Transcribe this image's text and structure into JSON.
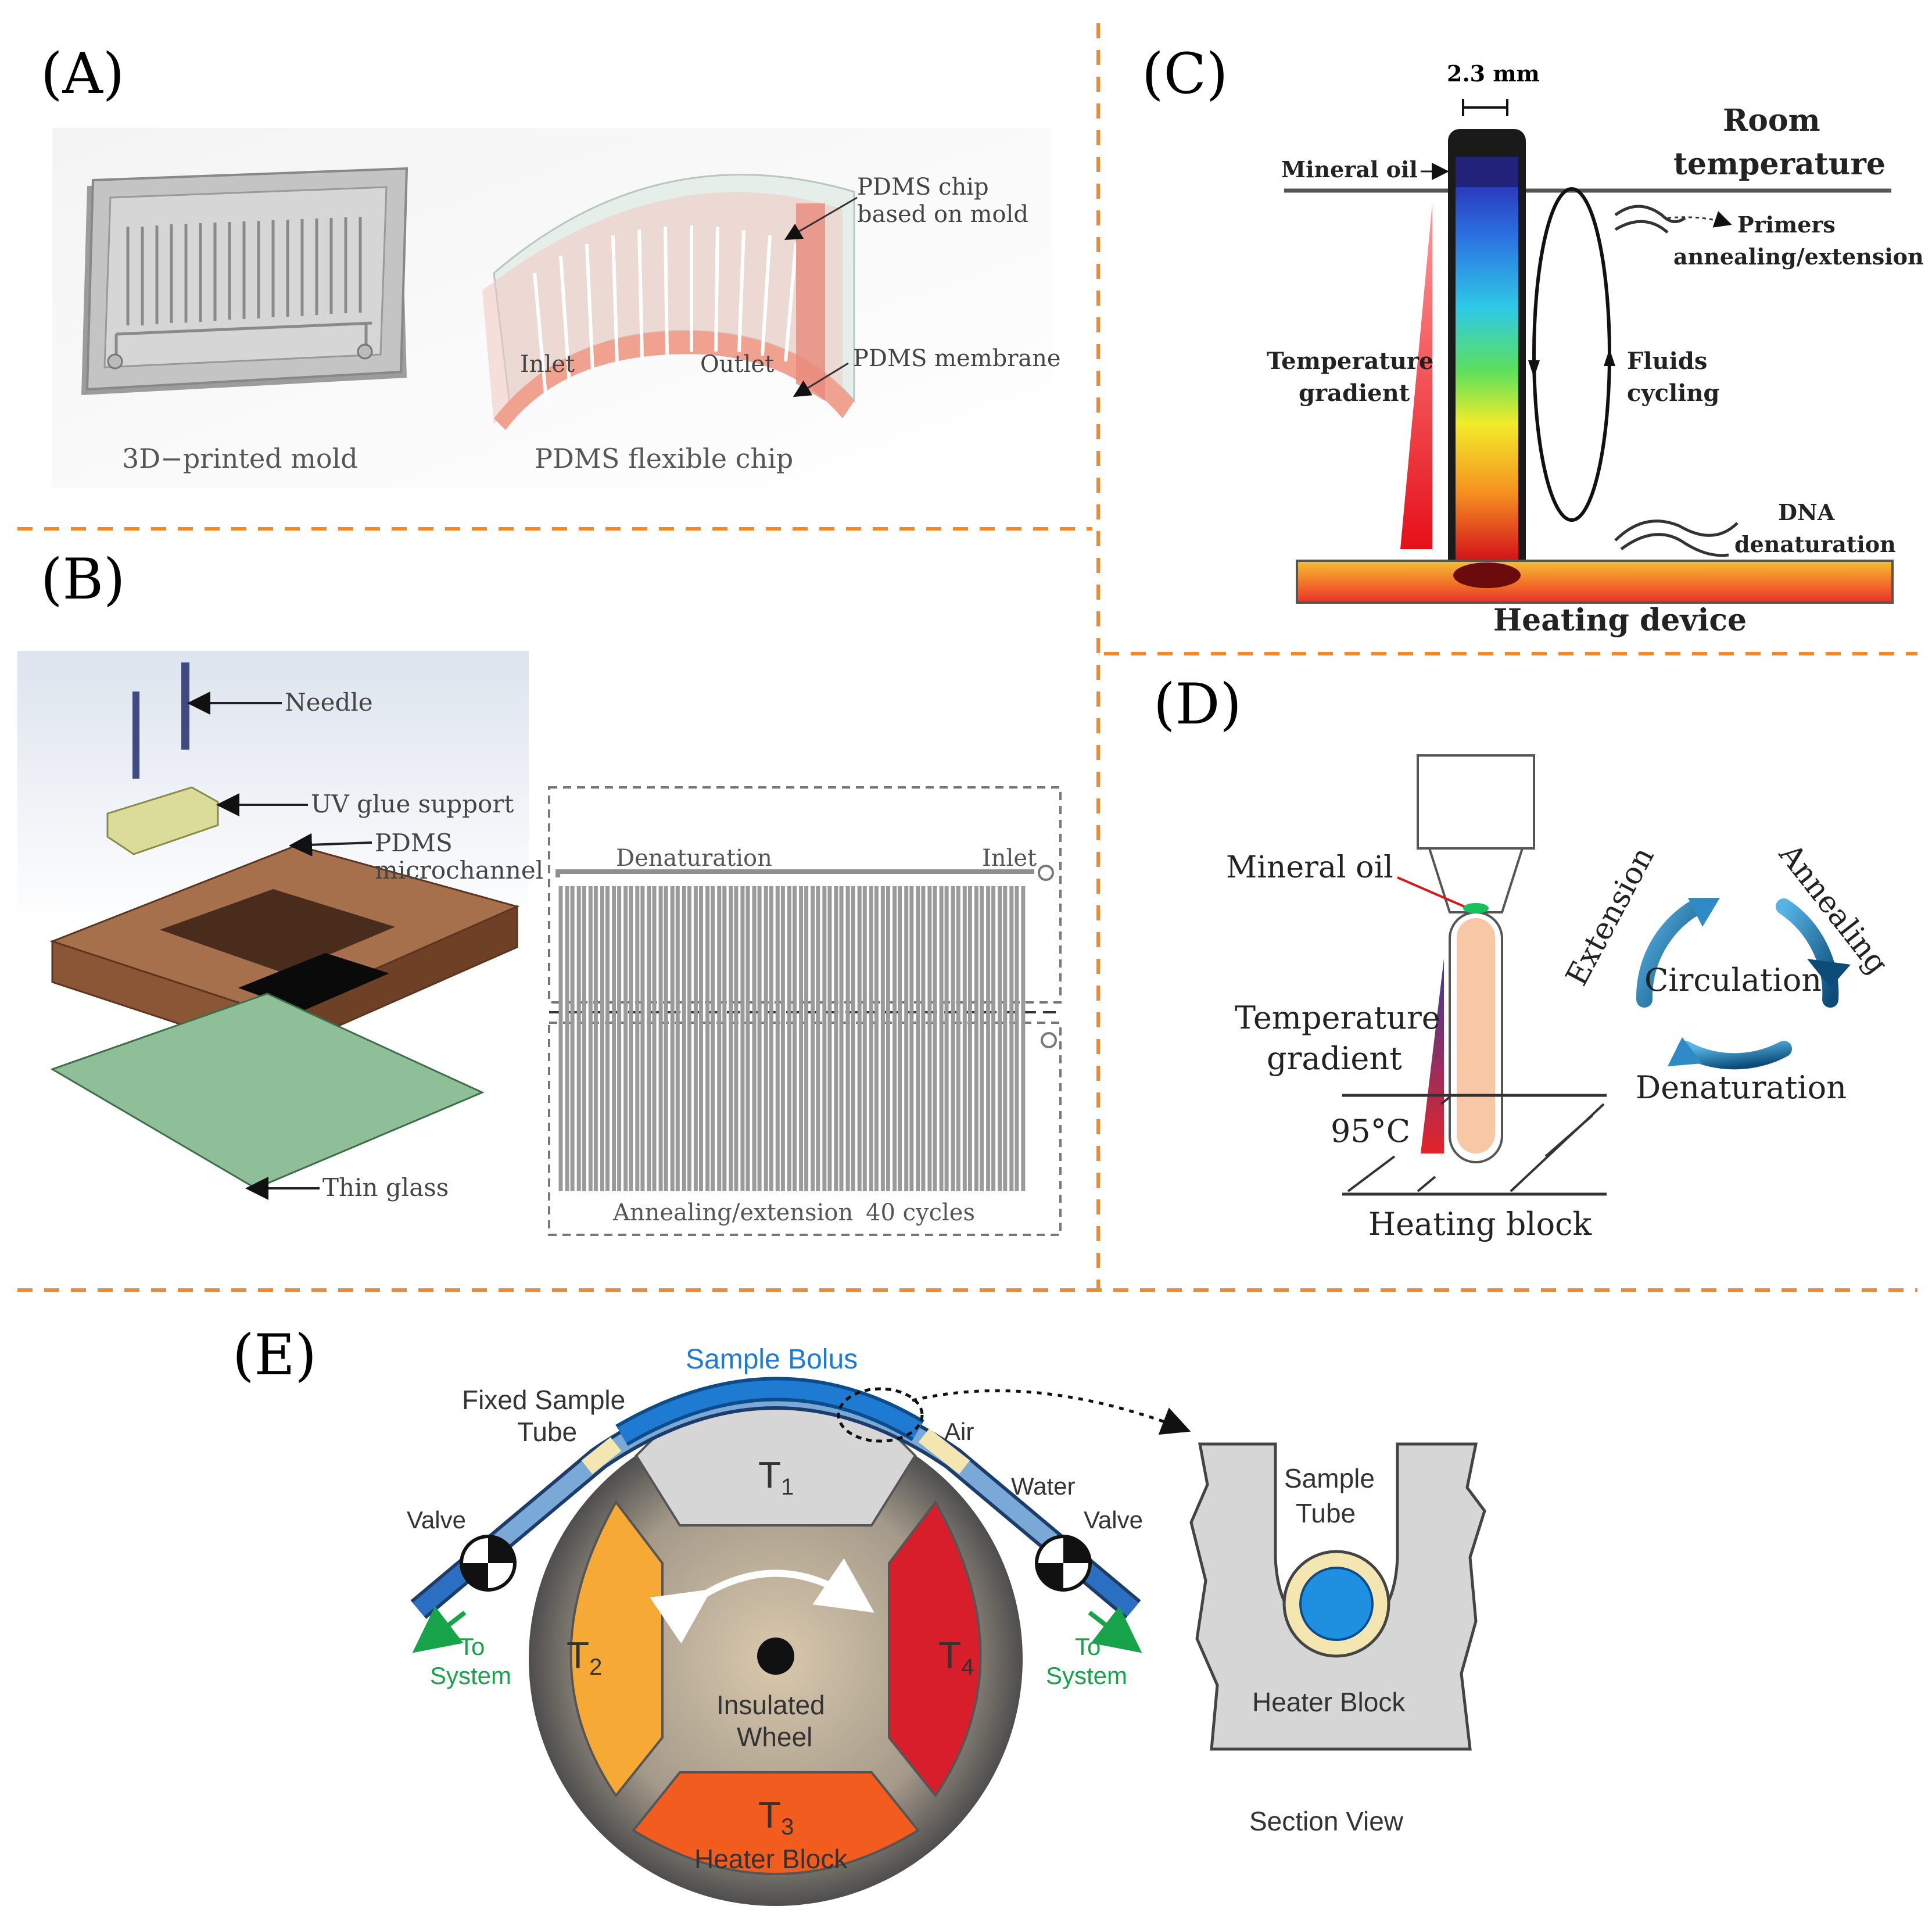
{
  "panels": {
    "A": {
      "label": "(A)",
      "mold_caption": "3D−printed  mold",
      "chip_caption": "PDMS flexible chip",
      "chip_callout_1": "PDMS chip",
      "chip_callout_2": "based on mold",
      "membrane_callout": "PDMS membrane",
      "inlet": "Inlet",
      "outlet": "Outlet"
    },
    "B": {
      "label": "(B)",
      "needle": "Needle",
      "uv_glue": "UV glue support",
      "pdms_1": "PDMS",
      "pdms_2": "microchannel",
      "thin_glass": "Thin glass",
      "denaturation": "Denaturation",
      "inlet": "Inlet",
      "annealing": "Annealing/extension",
      "cycles": "40 cycles"
    },
    "C": {
      "label": "(C)",
      "width": "2.3 mm",
      "room_1": "Room",
      "room_2": "temperature",
      "mineral_oil": "Mineral oil",
      "primers_1": "Primers",
      "primers_2": "annealing/extension",
      "gradient_1": "Temperature",
      "gradient_2": "gradient",
      "fluids_1": "Fluids",
      "fluids_2": "cycling",
      "dna_1": "DNA",
      "dna_2": "denaturation",
      "heating_device": "Heating device"
    },
    "D": {
      "label": "(D)",
      "mineral_oil": "Mineral oil",
      "gradient_1": "Temperature",
      "gradient_2": "gradient",
      "temp": "95°C",
      "heating_block": "Heating block",
      "extension": "Extension",
      "annealing": "Annealing",
      "circulation": "Circulation",
      "denaturation": "Denaturation"
    },
    "E": {
      "label": "(E)",
      "sample_bolus": "Sample Bolus",
      "fixed_1": "Fixed Sample",
      "fixed_2": "Tube",
      "air": "Air",
      "water": "Water",
      "valve_left": "Valve",
      "valve_right": "Valve",
      "to_left": "To",
      "system_left": "System",
      "to_right": "To",
      "system_right": "System",
      "t1": "T",
      "t1_sub": "1",
      "t2": "T",
      "t2_sub": "2",
      "t3": "T",
      "t3_sub": "3",
      "t4": "T",
      "t4_sub": "4",
      "heater_block": "Heater Block",
      "insulated_1": "Insulated",
      "insulated_2": "Wheel",
      "sample_tube_1": "Sample",
      "sample_tube_2": "Tube",
      "section_heater": "Heater Block",
      "section_view": "Section View"
    }
  },
  "colors": {
    "divider": "#f08a2c",
    "t1": "#d6d6d6",
    "t2": "#f6a935",
    "t3": "#f25c1e",
    "t4": "#d81d2b",
    "bolus": "#1f7bd1",
    "to_system": "#16a34a"
  }
}
